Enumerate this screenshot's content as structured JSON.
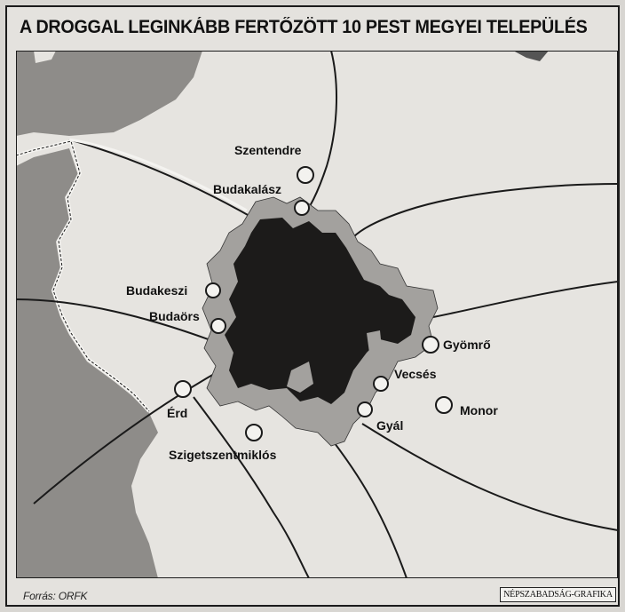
{
  "map": {
    "title": "A DROGGAL LEGINKÁBB FERTŐZÖTT 10 PEST MEGYEI TELEPÜLÉS",
    "places": [
      {
        "name": "Szentendre"
      },
      {
        "name": "Budakalász"
      },
      {
        "name": "Budakeszi"
      },
      {
        "name": "Budaörs"
      },
      {
        "name": "Érd"
      },
      {
        "name": "Szigetszentmiklós"
      },
      {
        "name": "Gyál"
      },
      {
        "name": "Vecsés"
      },
      {
        "name": "Gyömrő"
      },
      {
        "name": "Monor"
      }
    ],
    "source": "Forrás: ORFK",
    "credit": "NÉPSZABADSÁG-GRAFIKA"
  },
  "colors": {
    "background": "#e4e2de",
    "land_dark": "#8e8c89",
    "city": "#1c1b1a",
    "city_outskirts": "#a3a19e",
    "road": "#1a1a1a",
    "marker_fill": "#f3f2ef"
  }
}
